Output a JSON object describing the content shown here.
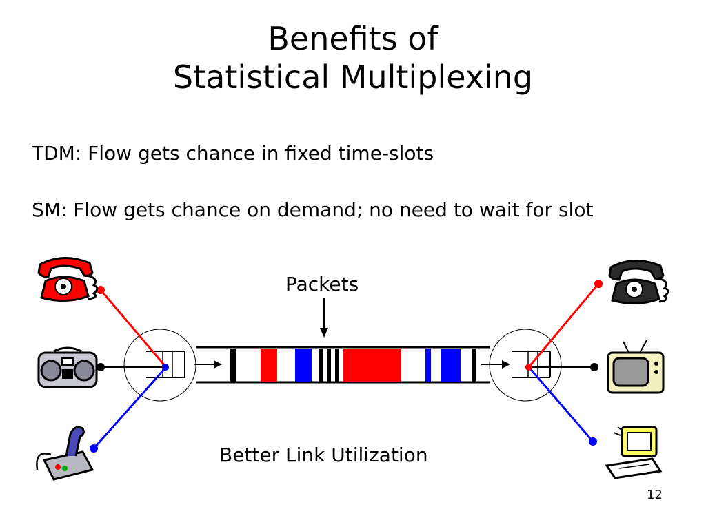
{
  "slide": {
    "title_line1": "Benefits of",
    "title_line2": "Statistical Multiplexing",
    "bullets": [
      "TDM: Flow gets chance in fixed time-slots",
      "SM: Flow gets chance on demand; no need to wait for slot"
    ],
    "packets_label": "Packets",
    "caption": "Better Link Utilization",
    "page_number": "12"
  },
  "colors": {
    "red_flow": "#ff0000",
    "blue_flow": "#0000ff",
    "black_flow": "#000000"
  },
  "icons": {
    "left": [
      "red-telephone-icon",
      "boombox-radio-icon",
      "joystick-icon"
    ],
    "right": [
      "black-telephone-icon",
      "television-icon",
      "computer-icon"
    ]
  }
}
